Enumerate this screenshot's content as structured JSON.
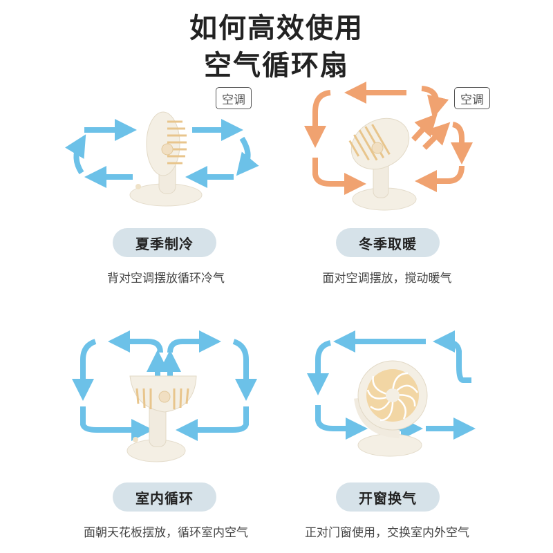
{
  "header": {
    "title_line1": "如何高效使用",
    "title_line2": "空气循环扇"
  },
  "colors": {
    "cool_arrow": "#6cc1e8",
    "warm_arrow": "#f0a270",
    "pill_bg": "#d6e2e9",
    "fan_body": "#f4efe4",
    "fan_grille": "#e8c58c"
  },
  "panels": [
    {
      "id": "summer",
      "ac_label": "空调",
      "mode_label": "夏季制冷",
      "description": "背对空调摆放循环冷气",
      "arrow_color": "cool"
    },
    {
      "id": "winter",
      "ac_label": "空调",
      "mode_label": "冬季取暖",
      "description": "面对空调摆放，搅动暖气",
      "arrow_color": "warm"
    },
    {
      "id": "indoor",
      "mode_label": "室内循环",
      "description": "面朝天花板摆放，循环室内空气",
      "arrow_color": "cool"
    },
    {
      "id": "ventilation",
      "mode_label": "开窗换气",
      "description": "正对门窗使用，交换室内外空气",
      "arrow_color": "cool"
    }
  ]
}
